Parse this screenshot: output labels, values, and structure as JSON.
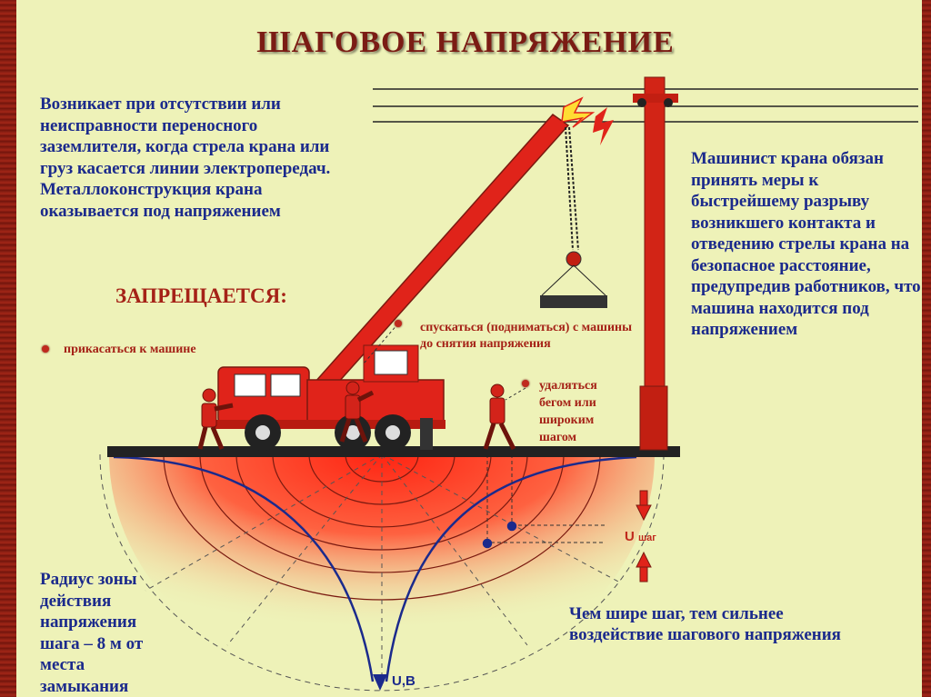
{
  "title": "ШАГОВОЕ  НАПРЯЖЕНИЕ",
  "intro": "Возникает при отсутствии или неисправности переносного заземлителя, когда стрела крана или груз касается линии электропередач. Металлоконструкция крана оказывается под напряжением",
  "forbidden": {
    "heading": "ЗАПРЕЩАЕТСЯ:",
    "touch": "прикасаться к машине",
    "climb": "спускаться (подниматься) с машины до снятия напряжения",
    "run": "удаляться бегом или широким шагом"
  },
  "driver_note": "Машинист крана обязан принять меры к быстрейшему разрыву возникшего контакта и отведению стрелы крана на безопасное расстояние, предупредив работников, что машина находится под напряжением",
  "radius_note": "Радиус зоны действия напряжения шага – 8 м от места замыкания",
  "step_note": "Чем шире шаг, тем сильнее воздействие шагового напряжения",
  "labels": {
    "u_step_main": "U",
    "u_step_sub": "шаг",
    "u_volt": "U,В"
  },
  "colors": {
    "title": "#7b1c14",
    "text_blue": "#1b2a8c",
    "text_red": "#a52217",
    "crane_red": "#e0231a",
    "field_red": "#ff2a10",
    "background": "#eef2b8"
  }
}
